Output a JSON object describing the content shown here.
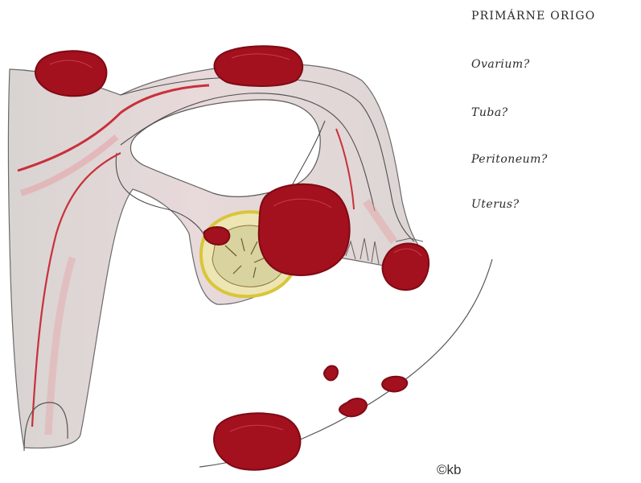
{
  "labels": {
    "title": "PRIMÁRNE ORIGO",
    "items": [
      "Ovarium?",
      "Tuba?",
      "Peritoneum?",
      "Uterus?"
    ]
  },
  "credit": "©kb",
  "colors": {
    "tissue": "#dedad8",
    "tissue_pink": "#ecc6c8",
    "tumor": "#a3101e",
    "tumor_dark": "#7e0a15",
    "vessel": "#c9303a",
    "ovary_yellow": "#d8c63a",
    "outline": "#555555"
  }
}
